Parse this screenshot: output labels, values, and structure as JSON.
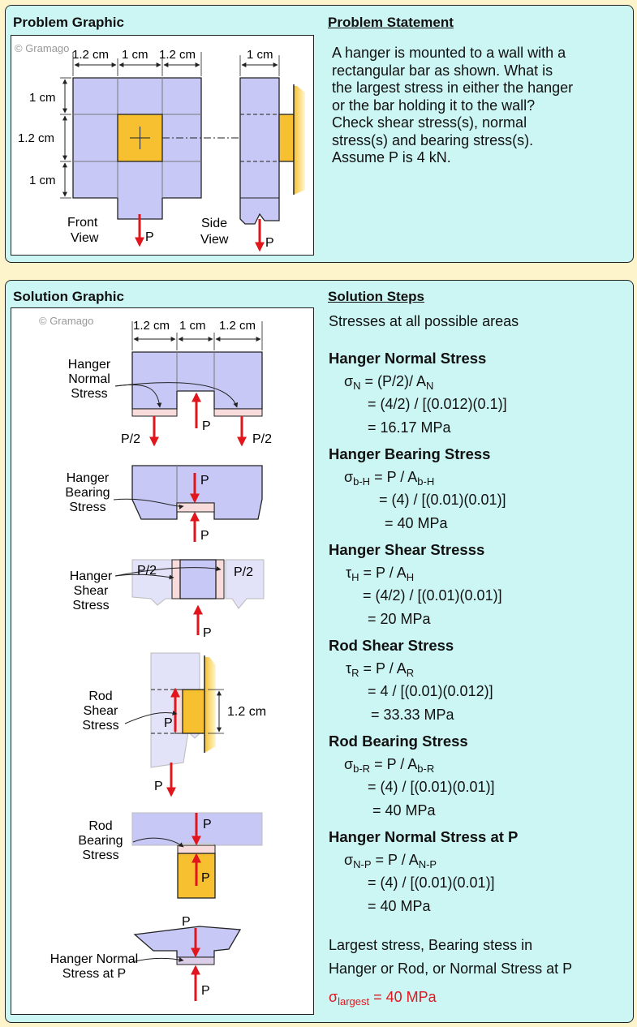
{
  "problem": {
    "graphic_title": "Problem Graphic",
    "statement_title": "Problem Statement",
    "statement": "A hanger is mounted to a wall with a\nrectangular bar as shown. What is\nthe largest stress in either the hanger\nor the bar holding it to the wall?\nCheck shear stress(s), normal\nstress(s) and bearing stress(s).\nAssume P is 4 kN.",
    "copyright": "© Gramago",
    "dims": {
      "d1": "1.2 cm",
      "d2": "1 cm",
      "d3": "1.2 cm",
      "side": "1 cm",
      "v1": "1 cm",
      "v2": "1.2 cm",
      "v3": "1 cm"
    },
    "front_view": "Front",
    "front_view2": "View",
    "side_view": "Side",
    "side_view2": "View",
    "load": "P"
  },
  "solution": {
    "graphic_title": "Solution Graphic",
    "steps_title": "Solution Steps",
    "copyright": "© Gramago",
    "intro": "Stresses at all possible areas",
    "dims": {
      "d1": "1.2 cm",
      "d2": "1 cm",
      "d3": "1.2 cm",
      "rod_h": "1.2 cm"
    },
    "labels": {
      "hn1": "Hanger",
      "hn2": "Normal",
      "hn3": "Stress",
      "hb1": "Hanger",
      "hb2": "Bearing",
      "hb3": "Stress",
      "hs1": "Hanger",
      "hs2": "Shear",
      "hs3": "Stress",
      "rs1": "Rod",
      "rs2": "Shear",
      "rs3": "Stress",
      "rb1": "Rod",
      "rb2": "Bearing",
      "rb3": "Stress",
      "hp1": "Hanger Normal",
      "hp2": "Stress at P"
    },
    "loads": {
      "p": "P",
      "half": "P/2"
    },
    "steps": [
      {
        "title": "Hanger Normal Stress",
        "sym": "σ",
        "sub": "N",
        "eq": " = (P/2)/ A",
        "eqsub": "N",
        "l2": "= (4/2) / [(0.012)(0.1)]",
        "l3": "= 16.17 MPa"
      },
      {
        "title": "Hanger Bearing Stress",
        "sym": "σ",
        "sub": "b-H",
        "eq": " = P / A",
        "eqsub": "b-H",
        "l2": "= (4) / [(0.01)(0.01)]",
        "l3": "= 40 MPa"
      },
      {
        "title": "Hanger Shear Stresss",
        "sym": "τ",
        "sub": "H",
        "eq": " = P / A",
        "eqsub": "H",
        "l2": "= (4/2) / [(0.01)(0.01)]",
        "l3": "= 20 MPa"
      },
      {
        "title": "Rod Shear Stress",
        "sym": "τ",
        "sub": "R",
        "eq": " = P / A",
        "eqsub": "R",
        "l2": "= 4 / [(0.01)(0.012)]",
        "l3": "= 33.33 MPa"
      },
      {
        "title": "Rod Bearing Stress",
        "sym": "σ",
        "sub": "b-R",
        "eq": " = P / A",
        "eqsub": "b-R",
        "l2": "= (4) / [(0.01)(0.01)]",
        "l3": "= 40 MPa"
      },
      {
        "title": "Hanger Normal Stress at P",
        "sym": "σ",
        "sub": "N-P",
        "eq": " = P / A",
        "eqsub": "N-P",
        "l2": "= (4) / [(0.01)(0.01)]",
        "l3": "= 40 MPa"
      }
    ],
    "conclusion1": "Largest stress, Bearing stess in",
    "conclusion2": "Hanger or Rod, or Normal Stress at P",
    "result_sym": "σ",
    "result_sub": "largest",
    "result_val": " = 40 MPa"
  },
  "colors": {
    "panel": "#ccf6f4",
    "page": "#fdf4cc",
    "hanger": "#c8c8f6",
    "rod": "#f7c030",
    "load": "#e0161c",
    "stress": "#f8dcdc"
  }
}
